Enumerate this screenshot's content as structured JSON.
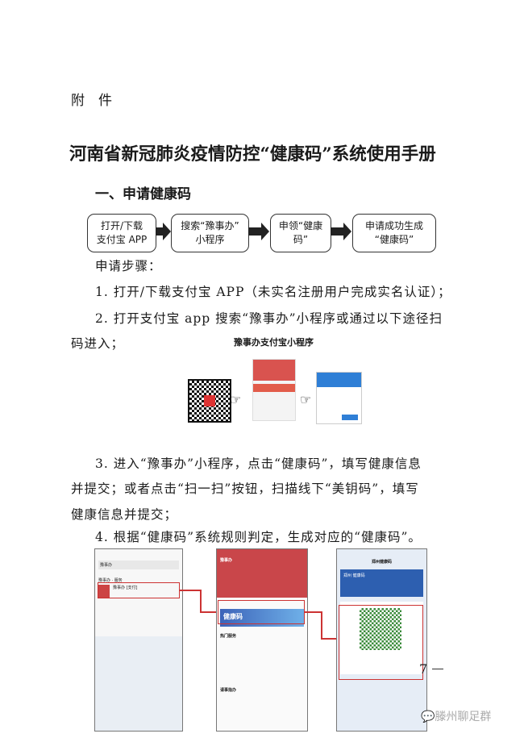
{
  "attachment_label": "附　件",
  "title": "河南省新冠肺炎疫情防控“健康码”系统使用手册",
  "section1": "一、申请健康码",
  "flow": [
    {
      "line1": "打开/下载",
      "line2": "支付宝 APP"
    },
    {
      "line1": "搜索“豫事办”",
      "line2": "小程序"
    },
    {
      "line1": "申领“健康",
      "line2": "码”"
    },
    {
      "line1": "申请成功生成",
      "line2": "“健康码”"
    }
  ],
  "steps_heading": "申请步骤：",
  "step1": "1. 打开/下载支付宝 APP（未实名注册用户完成实名认证）；",
  "step2_a": "2. 打开支付宝 app 搜索“豫事办”小程序或通过以下途径扫",
  "step2_b": "码进入；",
  "mini_title": "豫事办支付宝小程序",
  "step3_a": "3. 进入“豫事办”小程序，点击“健康码”，填写健康信息",
  "step3_b": "并提交；或者点击“扫一扫”按钮，扫描线下“美钥码”，填写",
  "step3_c": "健康信息并提交；",
  "step4": "4. 根据“健康码”系统规则判定，生成对应的“健康码”。",
  "phones": {
    "p1_search": "豫事办",
    "p1_result": "豫事办 [支付]",
    "p1_section": "豫事办 · 服务",
    "p2_app": "豫事办",
    "p2_banner": "健康码",
    "p2_hot": "热门服务",
    "p2_tab": "请事指办",
    "p3_title": "郑州健康码",
    "p3_card": "郑州 健康码"
  },
  "page_mark": "7",
  "watermark": "滕州聊足群"
}
